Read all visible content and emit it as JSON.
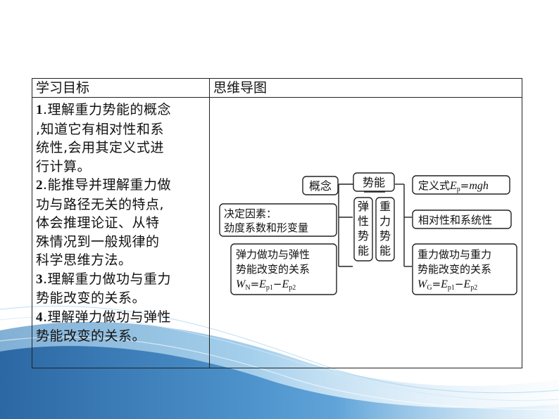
{
  "table": {
    "col1_header": "学习目标",
    "col2_header": "思维导图",
    "goals": [
      {
        "num": "1",
        "text": ".理解重力势能的概念,知道它有相对性和系统性,会用其定义式进行计算。",
        "lines": [
          ".理解重力势能的概念",
          ",知道它有相对性和系",
          "统性,会用其定义式进",
          "行计算。"
        ]
      },
      {
        "num": "2",
        "text": ".能推导并理解重力做功与路径无关的特点,体会推理论证、从特殊情况到一般规律的科学思维方法。",
        "lines": [
          ".能推导并理解重力做",
          "功与路径无关的特点,",
          "体会推理论证、从特",
          "殊情况到一般规律的",
          "科学思维方法。"
        ]
      },
      {
        "num": "3",
        "text": ".理解重力做功与重力势能改变的关系。",
        "lines": [
          ".理解重力做功与重力",
          "势能改变的关系。"
        ]
      },
      {
        "num": "4",
        "text": ".理解弹力做功与弹性势能改变的关系。",
        "lines": [
          ".理解弹力做功与弹性",
          "势能改变的关系。"
        ]
      }
    ]
  },
  "mindmap": {
    "root": "势能",
    "concept": "概念",
    "elastic": [
      "弹",
      "性",
      "势",
      "能"
    ],
    "gravity": [
      "重",
      "力",
      "势",
      "能"
    ],
    "left": {
      "factors_line1": "决定因素：",
      "factors_line2": "劲度系数和形变量",
      "work_line1": "弹力做功与弹性",
      "work_line2": "势能改变的关系",
      "formula": {
        "W": "W",
        "W_sub": "N",
        "eq": "=",
        "E1": "E",
        "E1_sub": "p1",
        "minus": "−",
        "E2": "E",
        "E2_sub": "p2"
      }
    },
    "right": {
      "definition_prefix": "定义式",
      "definition": {
        "E": "E",
        "E_sub": "p",
        "eq": "=",
        "expr": "mgh"
      },
      "relativity": "相对性和系统性",
      "work_line1": "重力做功与重力",
      "work_line2": "势能改变的关系",
      "formula": {
        "W": "W",
        "W_sub": "G",
        "eq": "=",
        "E1": "E",
        "E1_sub": "p1",
        "minus": "−",
        "E2": "E",
        "E2_sub": "p2"
      }
    }
  }
}
